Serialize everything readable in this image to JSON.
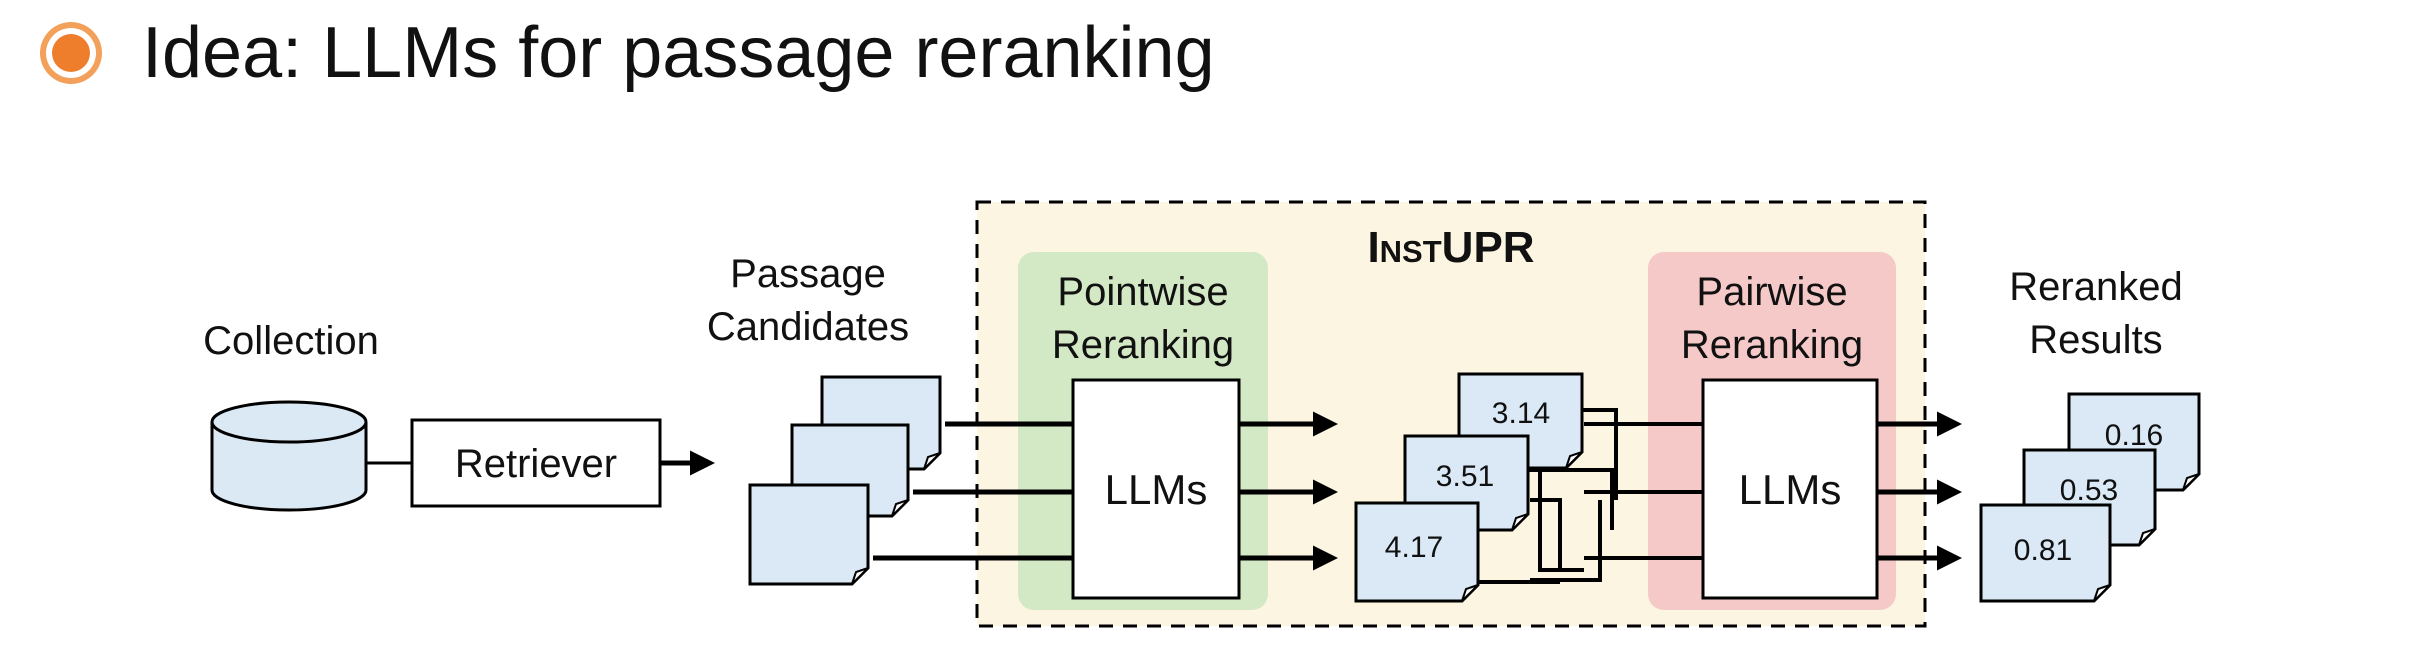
{
  "slide": {
    "title": "Idea: LLMs for passage reranking",
    "bullet_icon": "circle-bullet-icon",
    "accent_color": "#ee7d2c"
  },
  "diagram": {
    "collection_label": "Collection",
    "retriever_label": "Retriever",
    "passage_label_line1": "Passage",
    "passage_label_line2": "Candidates",
    "framework_name": "InstUPR",
    "pointwise_label_line1": "Pointwise",
    "pointwise_label_line2": "Reranking",
    "pairwise_label_line1": "Pairwise",
    "pairwise_label_line2": "Reranking",
    "pointwise_model_label": "LLMs",
    "pairwise_model_label": "LLMs",
    "pointwise_scores": [
      "3.14",
      "3.51",
      "4.17"
    ],
    "reranked_label_line1": "Reranked",
    "reranked_label_line2": "Results",
    "reranked_scores": [
      "0.16",
      "0.53",
      "0.81"
    ],
    "colors": {
      "document_fill": "#dae9f5",
      "pointwise_region": "#d3e8c4",
      "pairwise_region": "#f4c9c8",
      "framework_region": "#fcf5e2",
      "database_fill": "#dbe9f5"
    }
  }
}
